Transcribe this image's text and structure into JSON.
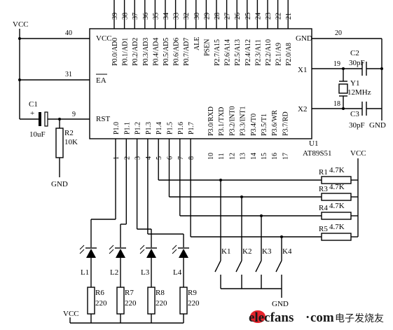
{
  "mcu": {
    "part": "AT89S51",
    "ref": "U1",
    "vcc_label": "VCC",
    "gnd_label": "GND",
    "ea_label": "EA",
    "rst_label": "RST",
    "ale_label": "ALE",
    "psen_label": "PSEN",
    "x1_label": "X1",
    "x2_label": "X2",
    "vcc_pin": "40",
    "gnd_pin": "20",
    "ea_pin": "31",
    "rst_pin": "9",
    "x1_pin": "19",
    "x2_pin": "18",
    "p0": [
      "P0.0/AD0",
      "P0.1/AD1",
      "P0.2/AD2",
      "P0.3/AD3",
      "P0.4/AD4",
      "P0.5/AD5",
      "P0.6/AD6",
      "P0.7/AD7"
    ],
    "p0_pins": [
      "39",
      "38",
      "37",
      "36",
      "35",
      "34",
      "33",
      "32"
    ],
    "p2": [
      "P2.7/A15",
      "P2.6/A14",
      "P2.5/A13",
      "P2.4/A12",
      "P2.3/A11",
      "P2.2/A10",
      "P2.1/A9",
      "P2.0/A8"
    ],
    "p2_pins": [
      "28",
      "27",
      "26",
      "25",
      "24",
      "23",
      "22",
      "21"
    ],
    "ale_pin": "30",
    "psen_pin": "29",
    "p1": [
      "P1.0",
      "P1.1",
      "P1.2",
      "P1.3",
      "P1.4",
      "P1.5",
      "P1.6",
      "P1.7"
    ],
    "p1_pins": [
      "1",
      "2",
      "3",
      "4",
      "5",
      "6",
      "7",
      "8"
    ],
    "p3": [
      "P3.0/RXD",
      "P3.1/TXD",
      "P3.2/INT0",
      "P3.3/INT1",
      "P3.4/T0",
      "P3.5/T1",
      "P3.6/WR",
      "P3.7/RD"
    ],
    "p3_pins": [
      "10",
      "11",
      "12",
      "13",
      "14",
      "15",
      "16",
      "17"
    ]
  },
  "power": {
    "vcc": "VCC",
    "gnd": "GND"
  },
  "reset": {
    "c1_ref": "C1",
    "c1_value": "10uF",
    "r2_ref": "R2",
    "r2_value": "10K",
    "cap_plus": "+"
  },
  "clock": {
    "c2_ref": "C2",
    "c2_value": "30pF",
    "c3_ref": "C3",
    "c3_value": "30pF",
    "y1_ref": "Y1",
    "y1_value": "12MHz"
  },
  "pullups": [
    {
      "ref": "R1",
      "value": "4.7K"
    },
    {
      "ref": "R3",
      "value": "4.7K"
    },
    {
      "ref": "R4",
      "value": "4.7K"
    },
    {
      "ref": "R5",
      "value": "4.7K"
    }
  ],
  "keys": [
    "K1",
    "K2",
    "K3",
    "K4"
  ],
  "leds": [
    "L1",
    "L2",
    "L3",
    "L4"
  ],
  "led_resistors": [
    {
      "ref": "R6",
      "value": "220"
    },
    {
      "ref": "R7",
      "value": "220"
    },
    {
      "ref": "R8",
      "value": "220"
    },
    {
      "ref": "R9",
      "value": "220"
    }
  ],
  "watermark": {
    "brand": "elecfans",
    "dot": "·",
    "tld": "com",
    "cn": "电子发烧友"
  }
}
